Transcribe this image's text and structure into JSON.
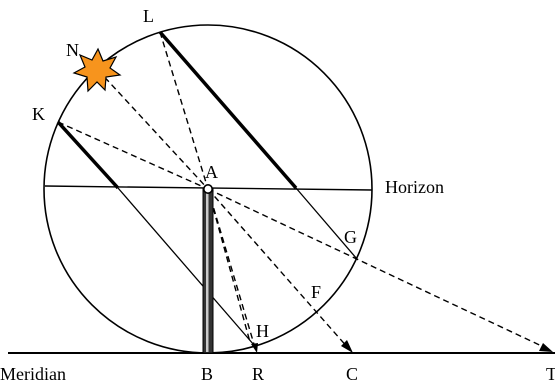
{
  "labels": {
    "L": "L",
    "N": "N",
    "K": "K",
    "A": "A",
    "G": "G",
    "F": "F",
    "H": "H",
    "B": "B",
    "R": "R",
    "C": "C",
    "T": "T",
    "horizon": "Horizon",
    "meridian": "Meridian"
  },
  "colors": {
    "sun_fill": "#f7941d",
    "ink": "#000000",
    "background": "#ffffff"
  },
  "icons": {
    "sun": "sun-star-icon"
  }
}
